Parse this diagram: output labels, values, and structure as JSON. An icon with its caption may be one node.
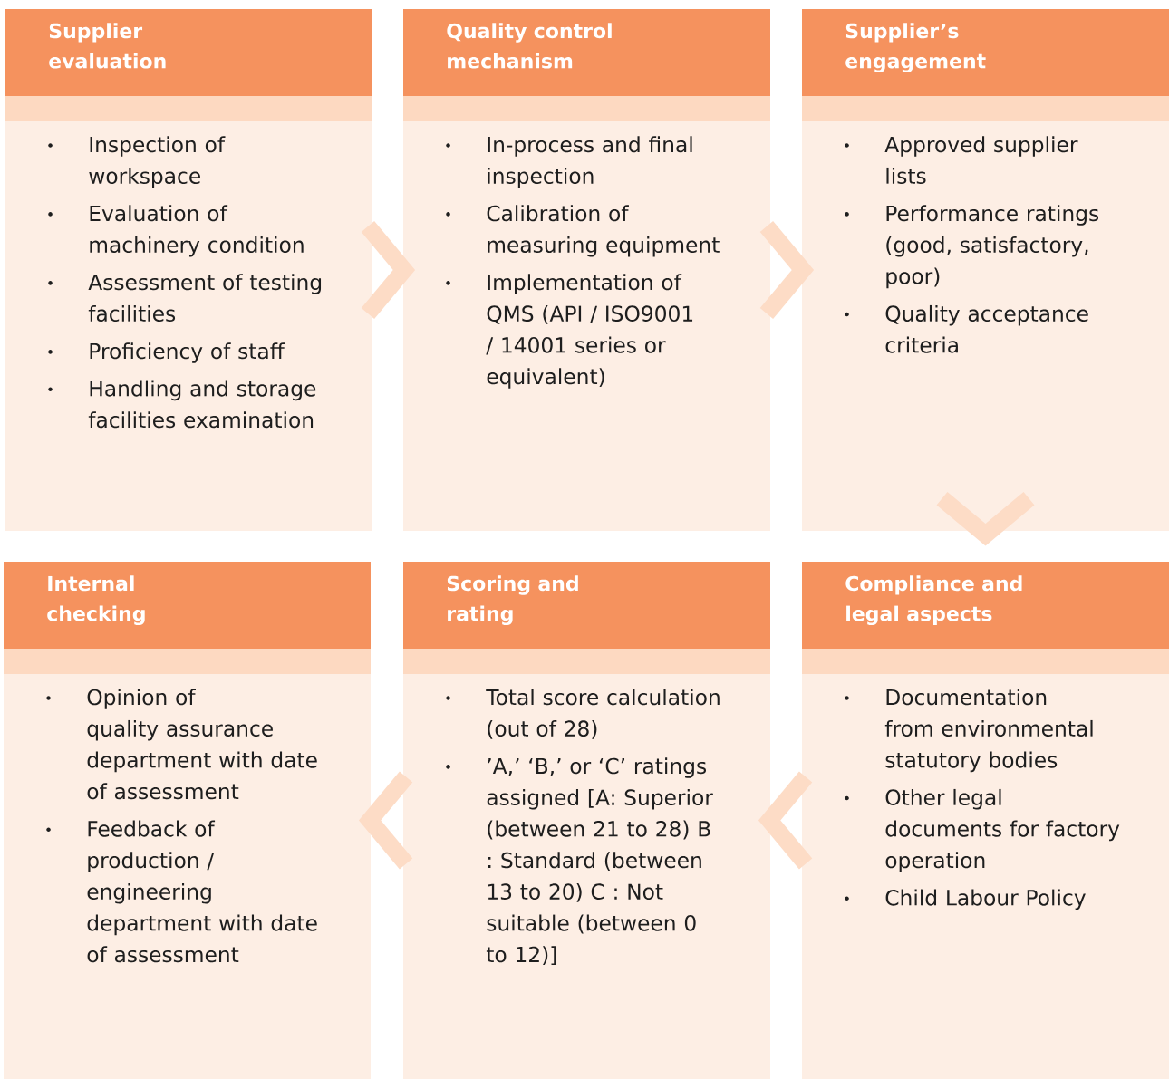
{
  "diagram": {
    "nodes": [
      {
        "text": [
          "Supplier evaluation",
          "Inspection of workspace",
          "Evaluation of machinery condition",
          "Assessment of testing facilities",
          "Proficiency of staff",
          "Handling and storage facilities examination"
        ]
      },
      {
        "text": [
          "Quality control mechanism",
          "In-process and final inspection",
          "Calibration of measuring equipment",
          "Implementation of QMS (API / ISO9001 / 14001 series or equivalent)"
        ]
      },
      {
        "text": [
          "Supplier’s engagement",
          "Approved supplier lists",
          "Performance ratings (good, satisfactory, poor)",
          "Quality acceptance criteria"
        ]
      },
      {
        "text": [
          "Internal checking",
          "Opinion of quality assurance department with date of assessment",
          "Feedback of production / engineering department with date of assessment"
        ]
      },
      {
        "text": [
          "Scoring and rating",
          "Total score calculation (out of 28)",
          "’A,’ ‘B,’ or ‘C’ ratings assigned [A: Superior (between 21 to 28) B : Standard (between 13 to 20) C : Not suitable (between 0 to 12)]"
        ]
      },
      {
        "text": [
          "Compliance and legal aspects",
          "Documentation from environmental statutory bodies",
          "Other legal documents for factory operation",
          "Child Labour Policy"
        ]
      }
    ],
    "edges": [
      {
        "from": 0,
        "to": 1,
        "arrow": "to"
      },
      {
        "from": 1,
        "to": 2,
        "arrow": "to"
      },
      {
        "from": 2,
        "to": 5,
        "arrow": "to"
      },
      {
        "from": 5,
        "to": 4,
        "arrow": "to"
      },
      {
        "from": 4,
        "to": 3,
        "arrow": "to"
      }
    ]
  }
}
